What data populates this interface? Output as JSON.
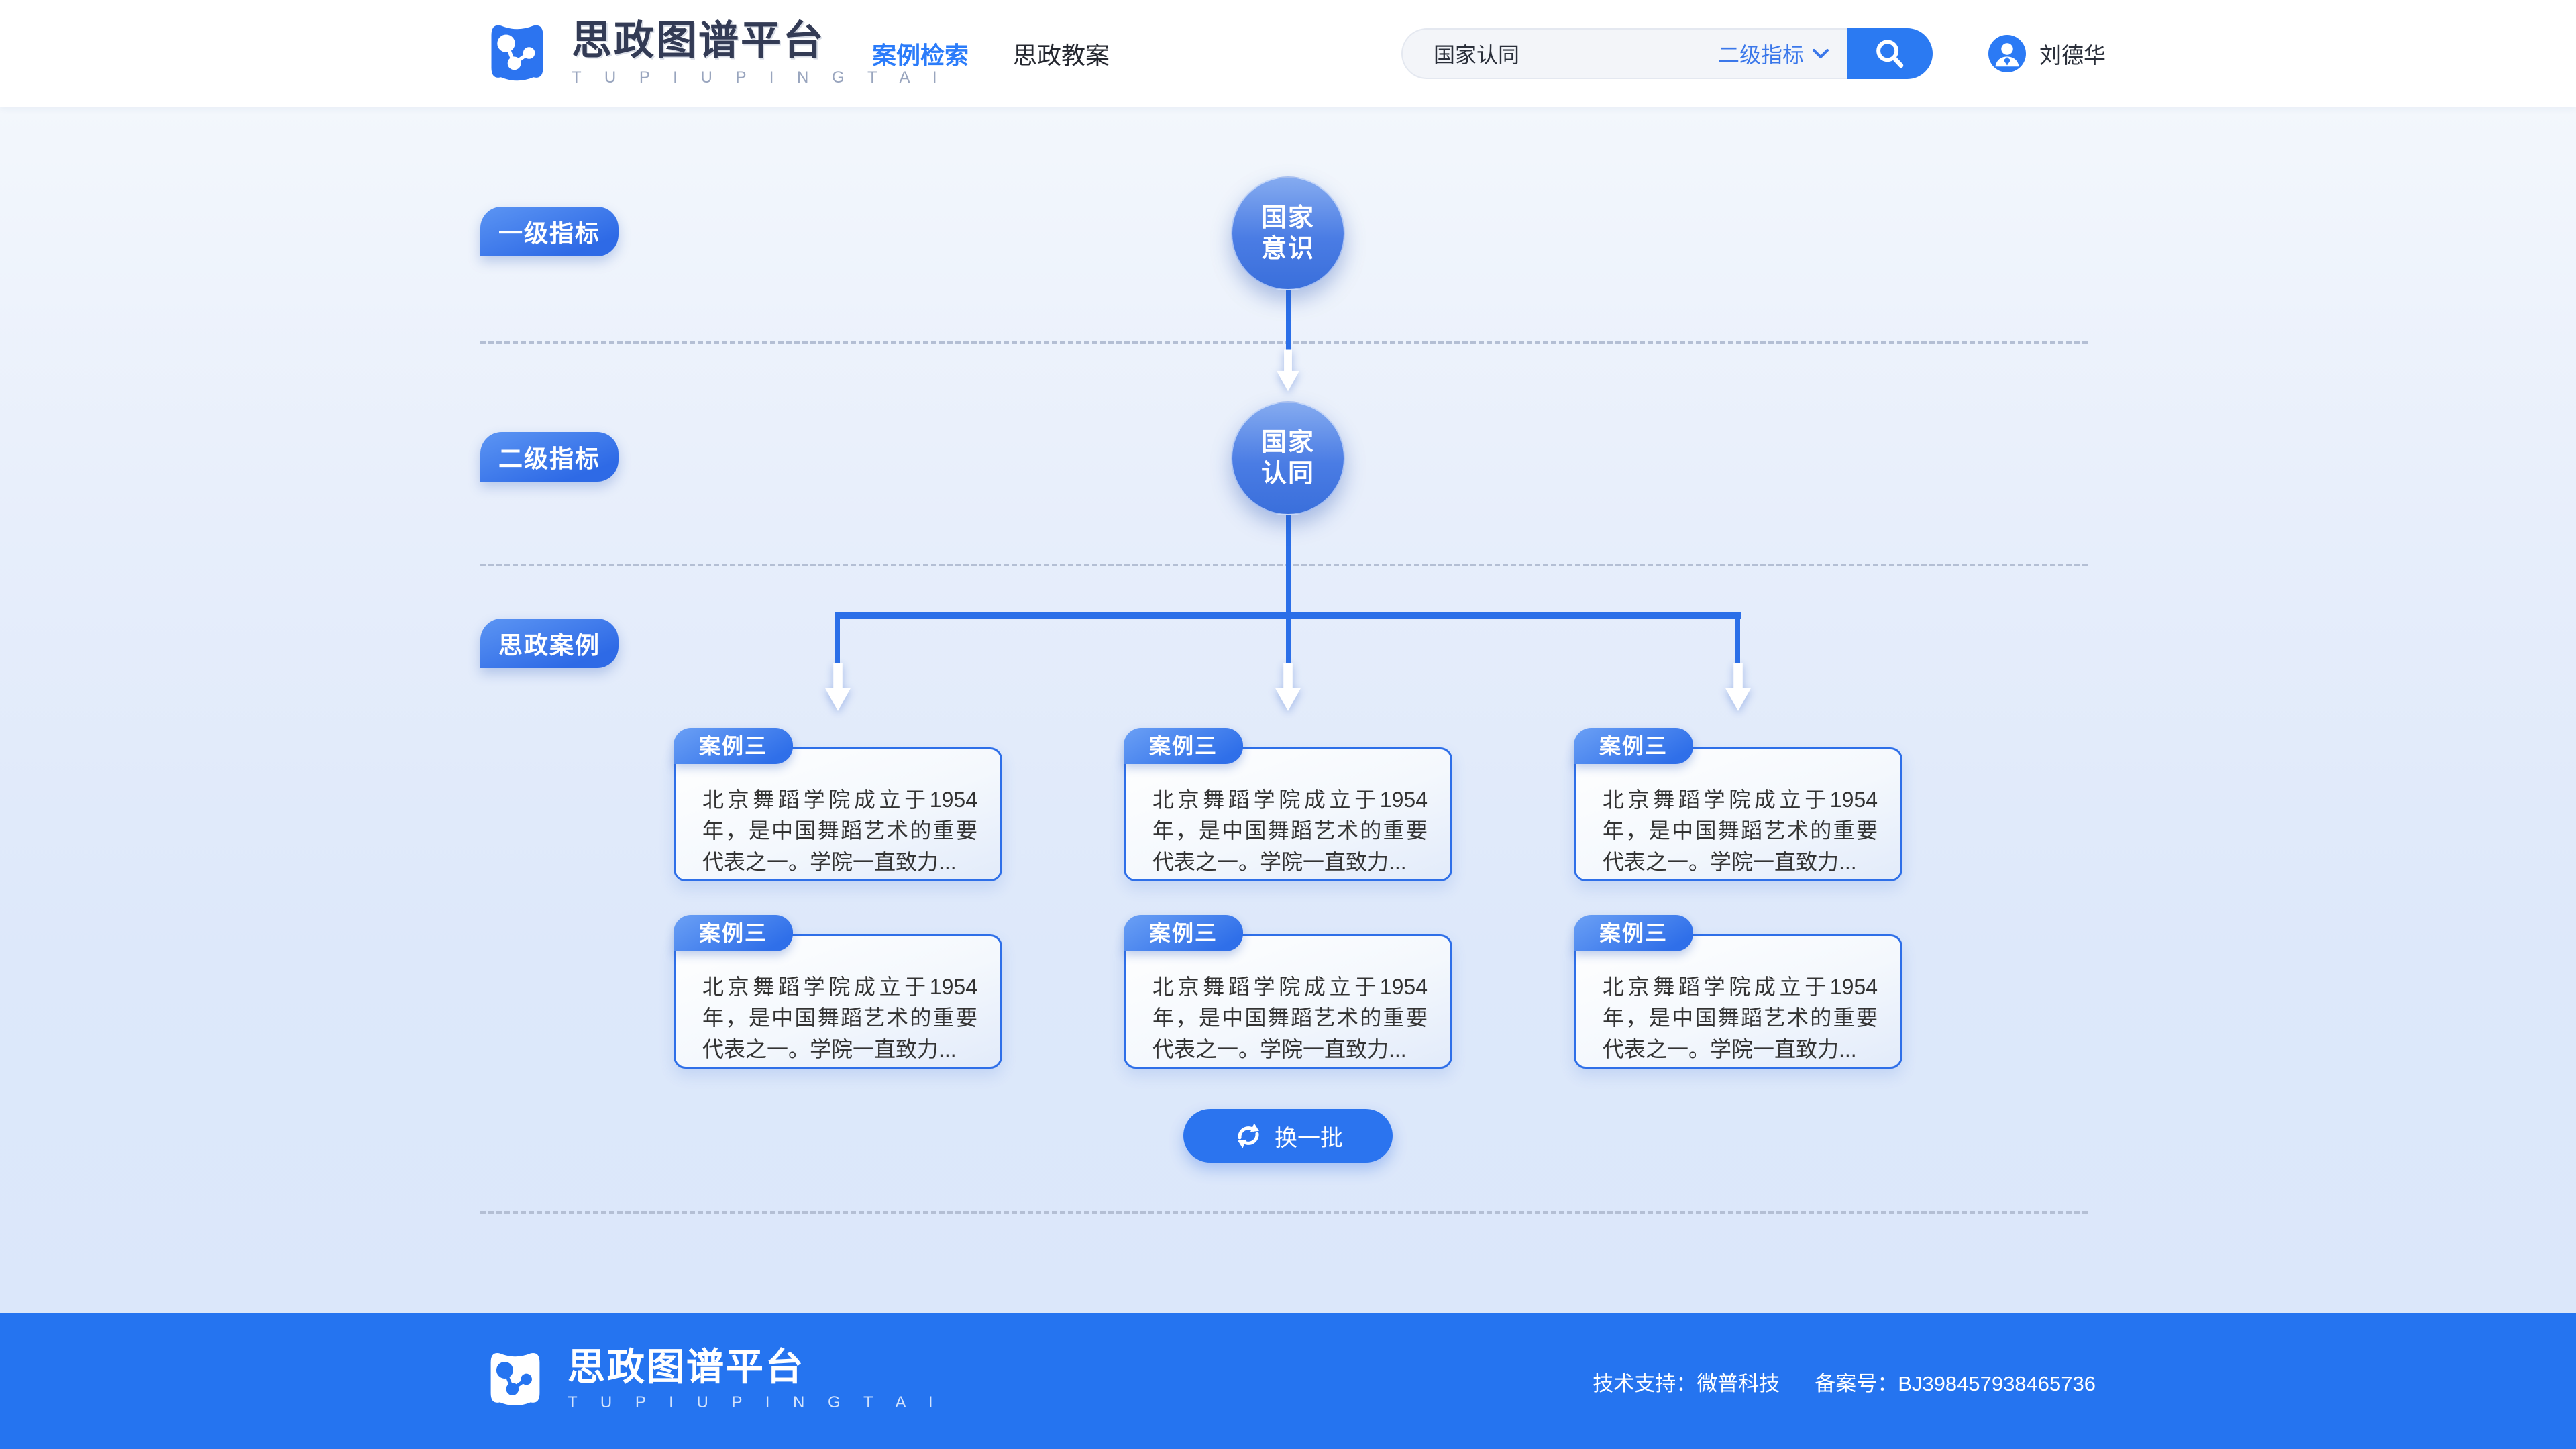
{
  "header": {
    "logo": {
      "title": "思政图谱平台",
      "subtitle": "T U P I U P I N G T A I"
    },
    "nav": [
      {
        "label": "案例检索",
        "active": true
      },
      {
        "label": "思政教案",
        "active": false
      }
    ],
    "search": {
      "value": "国家认同",
      "filter_label": "二级指标"
    },
    "user": {
      "name": "刘德华"
    }
  },
  "diagram": {
    "levels": [
      {
        "label": "一级指标"
      },
      {
        "label": "二级指标"
      },
      {
        "label": "思政案例"
      }
    ],
    "nodes": [
      {
        "line1": "国家",
        "line2": "意识"
      },
      {
        "line1": "国家",
        "line2": "认同"
      }
    ],
    "cards": [
      {
        "tag": "案例三",
        "text": "北京舞蹈学院成立于1954年，是中国舞蹈艺术的重要代表之一。学院一直致力..."
      },
      {
        "tag": "案例三",
        "text": "北京舞蹈学院成立于1954年，是中国舞蹈艺术的重要代表之一。学院一直致力..."
      },
      {
        "tag": "案例三",
        "text": "北京舞蹈学院成立于1954年，是中国舞蹈艺术的重要代表之一。学院一直致力..."
      },
      {
        "tag": "案例三",
        "text": "北京舞蹈学院成立于1954年，是中国舞蹈艺术的重要代表之一。学院一直致力..."
      },
      {
        "tag": "案例三",
        "text": "北京舞蹈学院成立于1954年，是中国舞蹈艺术的重要代表之一。学院一直致力..."
      },
      {
        "tag": "案例三",
        "text": "北京舞蹈学院成立于1954年，是中国舞蹈艺术的重要代表之一。学院一直致力..."
      }
    ],
    "refresh_button": {
      "label": "换一批"
    }
  },
  "footer": {
    "logo": {
      "title": "思政图谱平台",
      "subtitle": "T U P I U P I N G T A I"
    },
    "support": "技术支持：微普科技",
    "record": "备案号：BJ398457938465736"
  },
  "colors": {
    "primary_blue": "#2b74f0",
    "nav_active": "#2b7cfa",
    "connector_blue": "#2b6fe8",
    "footer_blue": "#2574f0",
    "node_gradient_top": "#85abf0",
    "node_gradient_bottom": "#3a6fdb",
    "card_border": "#2e6fe8",
    "page_bg_top": "#f3f7fc",
    "page_bg_bottom": "#dbe7fa",
    "dash_gray": "#b4bfd4",
    "text_dark": "#333333"
  }
}
